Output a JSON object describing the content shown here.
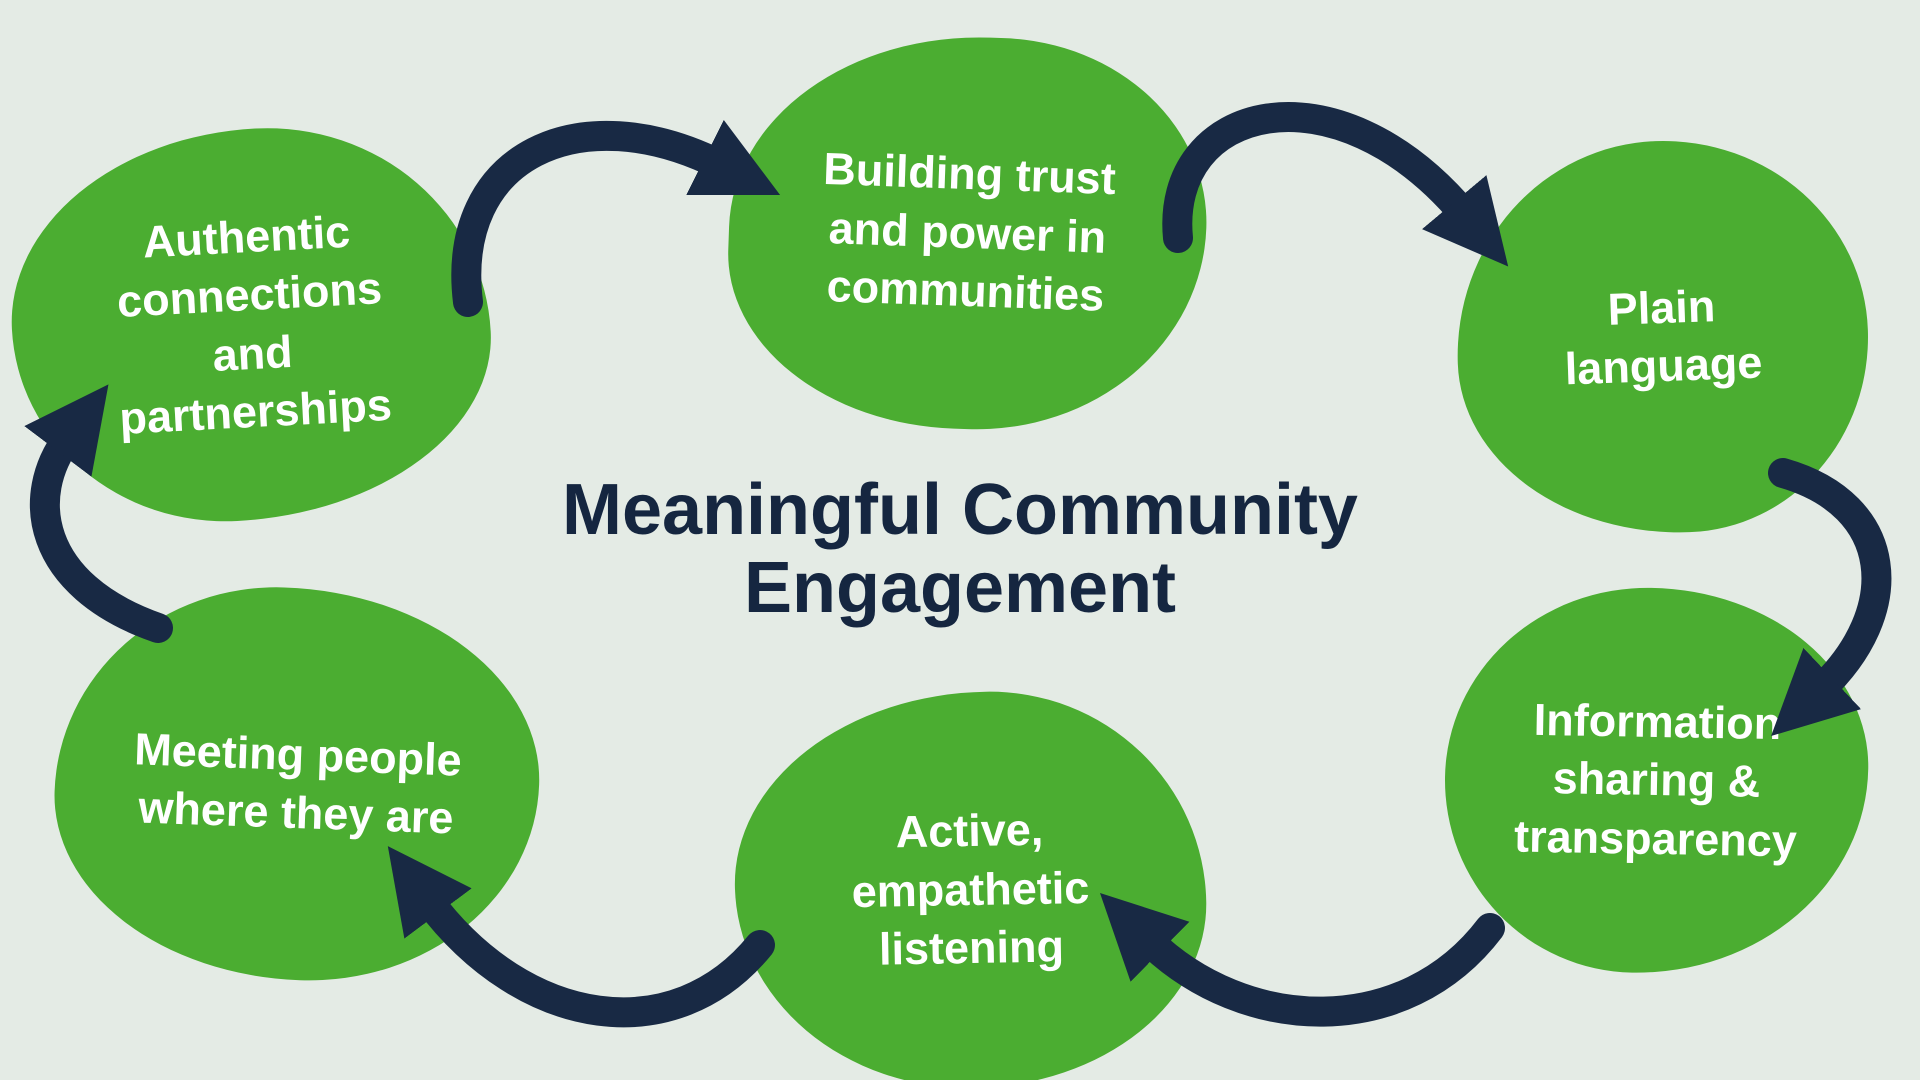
{
  "title": "Meaningful Community Engagement",
  "nodes": [
    {
      "label": "Authentic connections and partnerships"
    },
    {
      "label": "Building trust and power in communities"
    },
    {
      "label": "Plain language"
    },
    {
      "label": "Information sharing & transparency"
    },
    {
      "label": "Active, empathetic listening"
    },
    {
      "label": "Meeting people where they are"
    }
  ],
  "arrows": [
    {
      "from": "Authentic connections and partnerships",
      "to": "Building trust and power in communities"
    },
    {
      "from": "Building trust and power in communities",
      "to": "Plain language"
    },
    {
      "from": "Plain language",
      "to": "Information sharing & transparency"
    },
    {
      "from": "Information sharing & transparency",
      "to": "Active, empathetic listening"
    },
    {
      "from": "Active, empathetic listening",
      "to": "Meeting people where they are"
    },
    {
      "from": "Meeting people where they are",
      "to": "Authentic connections and partnerships"
    }
  ],
  "colors": {
    "background": "#e4ebe5",
    "node": "#4bad31",
    "arrow": "#182944",
    "node_text": "#ffffff",
    "title_text": "#152640"
  }
}
